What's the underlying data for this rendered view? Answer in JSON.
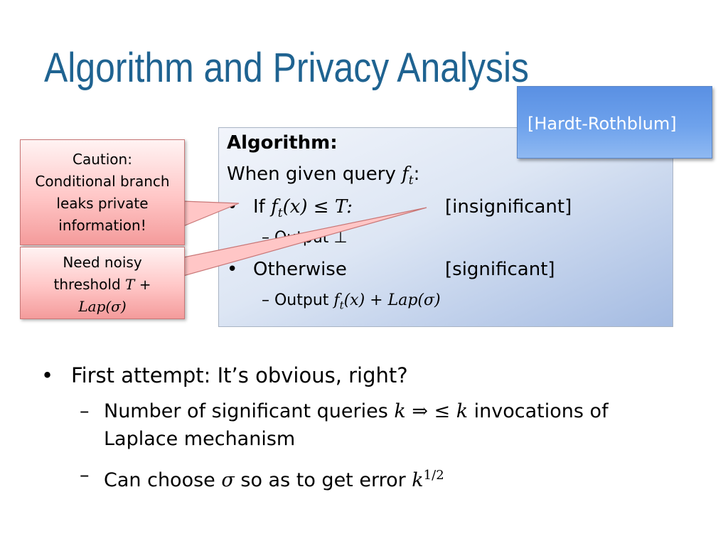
{
  "slide": {
    "title": "Algorithm and Privacy Analysis",
    "reference": "[Hardt-Rothblum]",
    "algorithm": {
      "heading": "Algorithm:",
      "intro_text": "When given query ",
      "intro_math": "f",
      "intro_sub": "t",
      "intro_colon": ":",
      "bullet_glyph": "•",
      "branch1": {
        "prefix": "If ",
        "cond_math_f": "f",
        "cond_math_sub": "t",
        "cond_math_rest": "(x) ≤ T:",
        "tag": "[insignificant]",
        "output": "– Output ⊥"
      },
      "branch2": {
        "label": "Otherwise",
        "tag": "[significant]",
        "output_prefix": "– Output ",
        "output_math_f": "f",
        "output_math_sub": "t",
        "output_math_rest": "(x) + Lap(σ)"
      }
    },
    "callouts": {
      "caution_lines": [
        "Caution:",
        "Conditional branch",
        "leaks private",
        "information!"
      ],
      "noise_line1": "Need noisy",
      "noise_line2_text": "threshold ",
      "noise_line2_math": "T +",
      "noise_line3_math": "Lap(σ)"
    },
    "body": {
      "bullet_glyph": "•",
      "main_bullet": "First attempt: It’s obvious, right?",
      "sub1_dash": "–",
      "sub1_text_a": "Number of significant  queries ",
      "sub1_math": "k ⇒ ≤ k",
      "sub1_text_b": "  invocations of",
      "sub1_line2": "Laplace mechanism",
      "sub2_dash": "–",
      "sub2_text_a": "Can choose ",
      "sub2_math": "σ",
      "sub2_text_b": " so as to get error ",
      "sub2_math_base": "k",
      "sub2_math_sup": "1/2"
    }
  },
  "colors": {
    "title": "#1f6391",
    "reference_fill": "#6ea2ec",
    "algorithm_fill": "#dde6f4",
    "callout_fill": "#ffc6c6"
  }
}
